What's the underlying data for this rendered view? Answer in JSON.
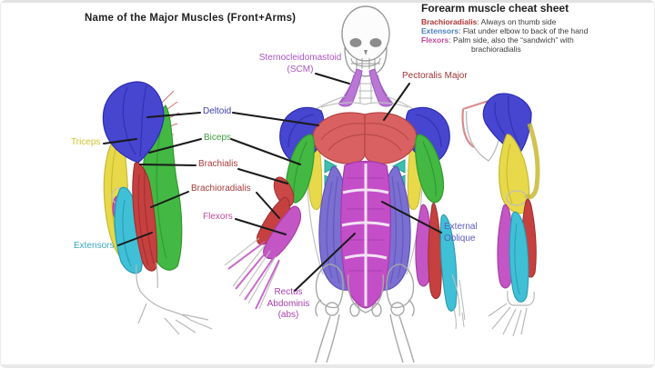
{
  "page": {
    "title": "Name of the Major Muscles (Front+Arms)"
  },
  "cheat_sheet": {
    "title": "Forearm muscle cheat sheet",
    "items": [
      {
        "term": "Brachioradialis",
        "desc": ": Always on thumb side",
        "color": "#b03434"
      },
      {
        "term": "Extensors",
        "desc": ": Flat under elbow to back of the hand",
        "color": "#4a7fc0"
      },
      {
        "term": "Flexors",
        "desc": ": Palm side, also the “sandwich” with\nbrachioradialis",
        "color": "#c2479c"
      }
    ]
  },
  "labels": [
    {
      "id": "sternocleidomastoid",
      "text": "Sternocleidomastoid\n(SCM)",
      "color": "#a955c0"
    },
    {
      "id": "pectoralis-major",
      "text": "Pectoralis Major",
      "color": "#a03434"
    },
    {
      "id": "deltoid",
      "text": "Deltoid",
      "color": "#3d3dab"
    },
    {
      "id": "biceps",
      "text": "Biceps",
      "color": "#3f9e3f"
    },
    {
      "id": "brachialis",
      "text": "Brachialis",
      "color": "#ab3a3a"
    },
    {
      "id": "brachioradialis",
      "text": "Brachioradialis",
      "color": "#a53c3c"
    },
    {
      "id": "flexors",
      "text": "Flexors",
      "color": "#c44a9e"
    },
    {
      "id": "triceps",
      "text": "Triceps",
      "color": "#cfc22e"
    },
    {
      "id": "extensors",
      "text": "Extensors",
      "color": "#3aa8bc"
    },
    {
      "id": "external-oblique",
      "text": "External\nOblique",
      "color": "#5c5cbc"
    },
    {
      "id": "rectus-abdominis",
      "text": "Rectus\nAbdominis\n(abs)",
      "color": "#a840ab"
    }
  ],
  "muscle_colors": {
    "deltoid": "#4646d0",
    "biceps": "#43b843",
    "triceps": "#e8d94a",
    "brachialis": "#cc4747",
    "brachioradialis": "#c64040",
    "flexors": "#c455c4",
    "extensors": "#3fc0d6",
    "scm": "#bb77d6",
    "pectoralis_major": "#d96161",
    "external_oblique": "#7b6fd2",
    "rectus_abdominis": "#c44ec8",
    "serratus": "#3cbfae"
  }
}
